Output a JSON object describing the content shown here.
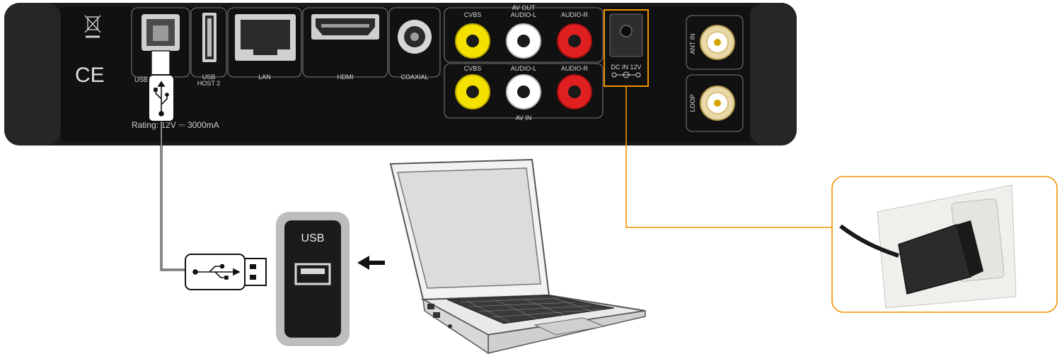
{
  "device": {
    "port_labels": {
      "usb_device": "USB DEVICE",
      "usb_host2": [
        "USB",
        "HOST 2"
      ],
      "lan": "LAN",
      "hdmi": "HDMI",
      "coaxial": "COAXIAL",
      "av_out": "AV OUT",
      "av_in": "AV IN",
      "dc_in": "DC IN 12V",
      "ant_in": "ANT IN",
      "loop": "LOOP"
    },
    "av_out_jacks": [
      "CVBS",
      "AUDIO-L",
      "AUDIO-R"
    ],
    "av_in_jacks": [
      "CVBS",
      "AUDIO-L",
      "AUDIO-R"
    ],
    "rating": "Rating: 12V ⎓ 3000mA",
    "ce_mark": "CE"
  },
  "laptop_port": {
    "label": "USB"
  },
  "colors": {
    "highlight": "#f39200",
    "device": "#1c1c1c",
    "yellow": "#f5e100",
    "red": "#e02020",
    "white": "#ffffff"
  }
}
